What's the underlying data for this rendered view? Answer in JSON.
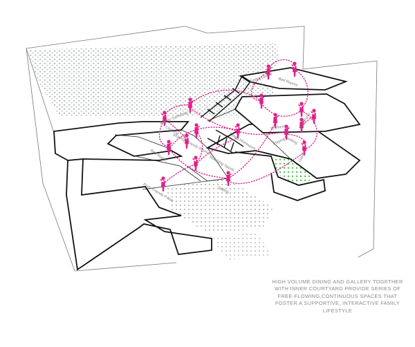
{
  "caption": {
    "lines": [
      "HIGH VOLUME DINING AND GALLERY TOGETHER",
      "WITH INNER COURTYARD PROVIDE SERIES OF",
      "FREE-FLOWING,CONTINUOUS SPACES THAT",
      "FOSTER A SUPPORTIVE, INTERACTIVE FAMILY",
      "LIFESTYLE"
    ]
  },
  "colors": {
    "figure": "#e0218a",
    "path": "#e0218a",
    "wall": "#9aa6a2",
    "courtyard_dots": "#3cbf3c",
    "floor_dots": "#9a9a9a",
    "line": "#1a1a1a"
  },
  "labels": [
    {
      "id": "l1",
      "text": "Eating Dinner"
    },
    {
      "id": "l2",
      "text": "Bed Rooms"
    },
    {
      "id": "l3",
      "text": "Chatting"
    },
    {
      "id": "l4",
      "text": "Sharing"
    },
    {
      "id": "l5",
      "text": "Doing Homework"
    },
    {
      "id": "l6",
      "text": "Watching Sports"
    },
    {
      "id": "l7",
      "text": "Talking"
    },
    {
      "id": "l8",
      "text": "Cooking"
    },
    {
      "id": "l9",
      "text": "Playing"
    },
    {
      "id": "l10",
      "text": "Ping Pong"
    },
    {
      "id": "l11",
      "text": "Brothers"
    },
    {
      "id": "l12",
      "text": "Bed Room"
    },
    {
      "id": "l13",
      "text": "Family Gathering"
    },
    {
      "id": "l14",
      "text": "Family Reunion"
    },
    {
      "id": "l15",
      "text": "Party Friends Poker"
    },
    {
      "id": "l16",
      "text": "Game"
    }
  ]
}
